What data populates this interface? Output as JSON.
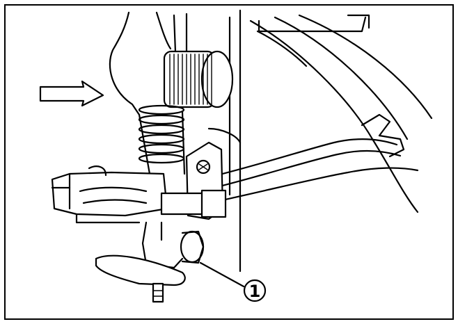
{
  "diagram": {
    "callouts": [
      {
        "label": "1",
        "target": "hose-clamp"
      }
    ],
    "arrow_direction": "right",
    "line_color": "#000000",
    "background_color": "#ffffff"
  }
}
